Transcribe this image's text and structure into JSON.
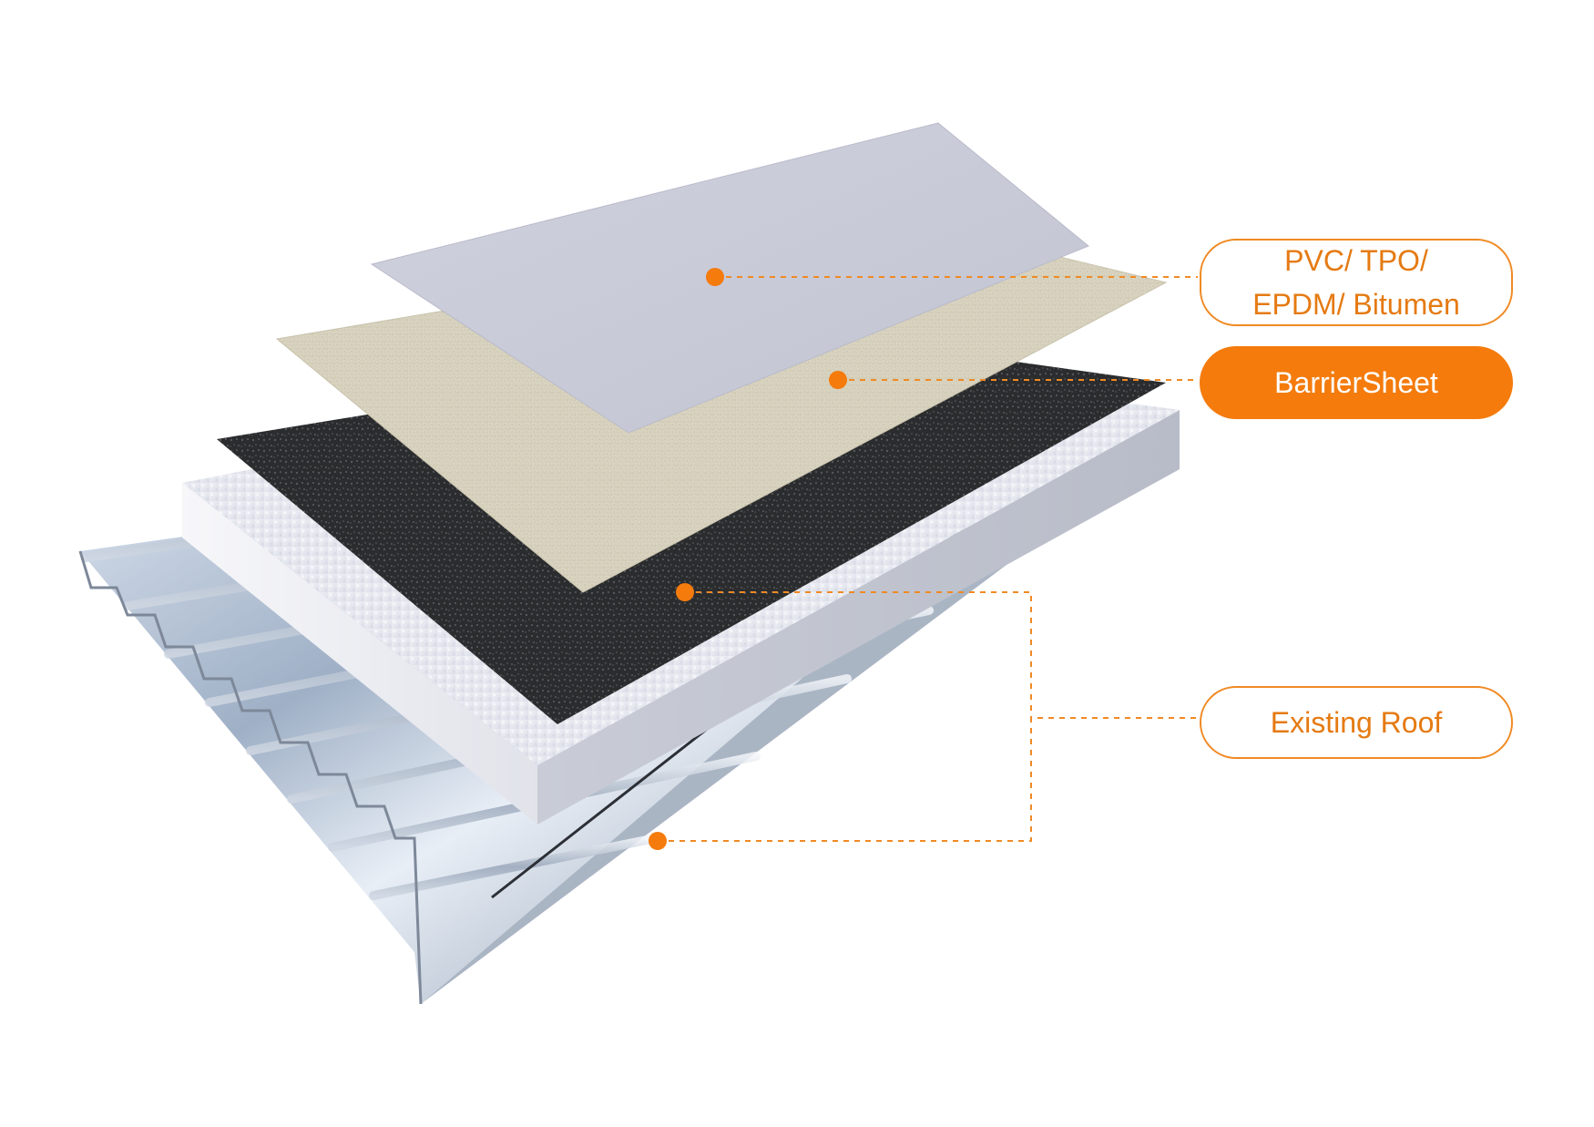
{
  "colors": {
    "accent": "#f47b0c",
    "accent_text": "#e57a12",
    "membrane": "#c9cbd8",
    "barrier": "#d6d1bf",
    "granule": "#2c2d2f",
    "insulation": "#e9ebf2",
    "metal": "#b9c3d2"
  },
  "labels": {
    "membrane": {
      "line1": "PVC/ TPO/",
      "line2": "EPDM/ Bitumen"
    },
    "barrier": {
      "text": "BarrierSheet"
    },
    "roof": {
      "text": "Existing Roof"
    }
  }
}
